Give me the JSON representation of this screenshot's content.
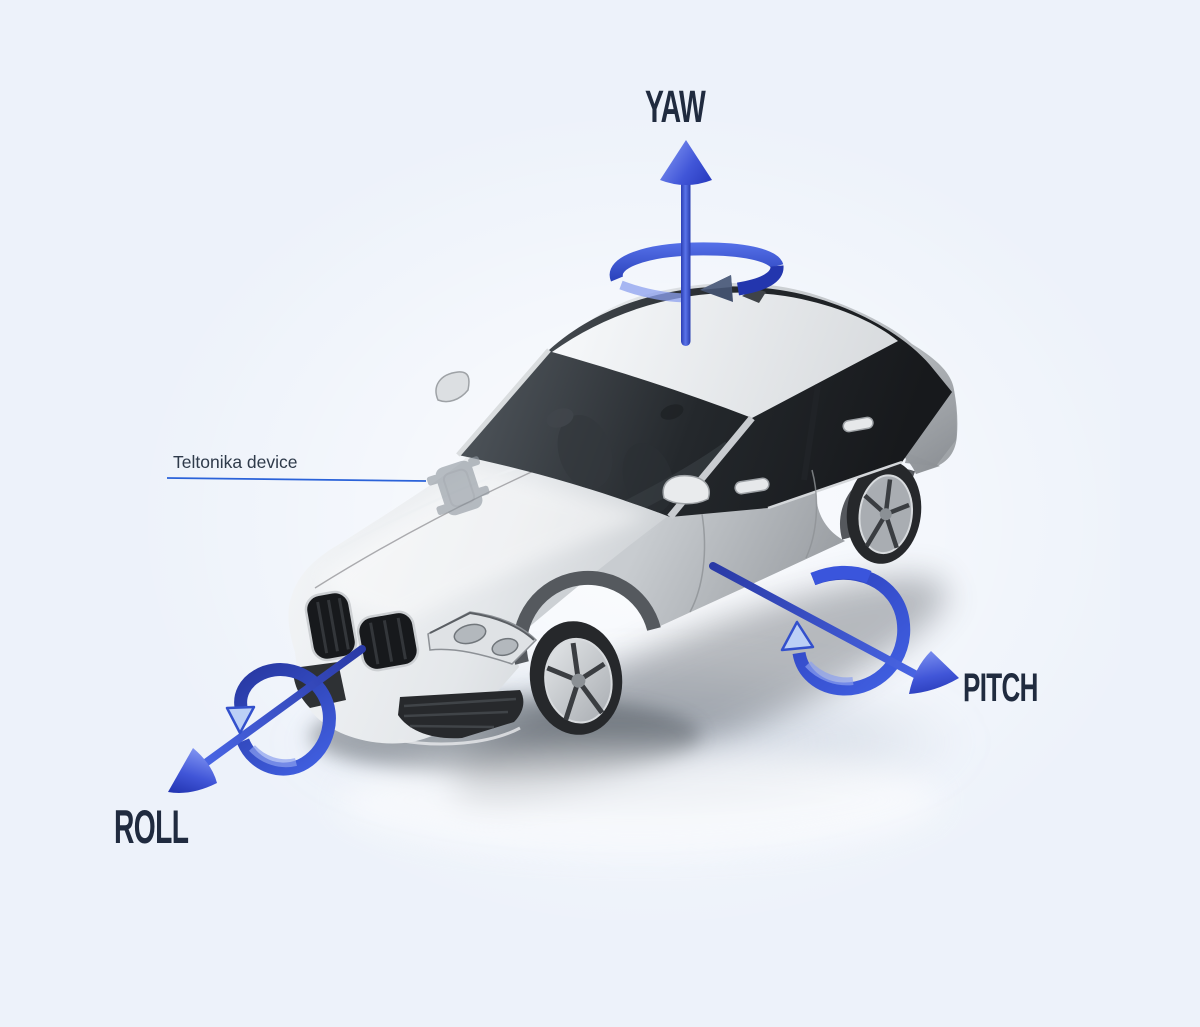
{
  "labels": {
    "yaw": "YAW",
    "pitch": "PITCH",
    "roll": "ROLL",
    "device": "Teltonika device"
  },
  "icons": {
    "yaw_arrow": "up-axis-arrow-with-rotation-ring",
    "pitch_arrow": "right-axis-arrow-with-rotation-ring",
    "roll_arrow": "left-axis-arrow-with-rotation-ring",
    "device_marker": "tracking-device-outline"
  },
  "colors": {
    "background": "#edf2fa",
    "arrow_blue": "#3453d6",
    "arrow_blue_dark": "#2236ac",
    "arrow_blue_light": "#5a74ea",
    "ring_arrowhead_light_fill": "#bcd0f6",
    "yaw_ring_arrowhead_dark": "#42506c",
    "label_navy": "#202b3f",
    "device_label_text": "#2e3a4a",
    "leader_line_blue": "#2a62d9",
    "car_silver": "#d9dcdf"
  }
}
